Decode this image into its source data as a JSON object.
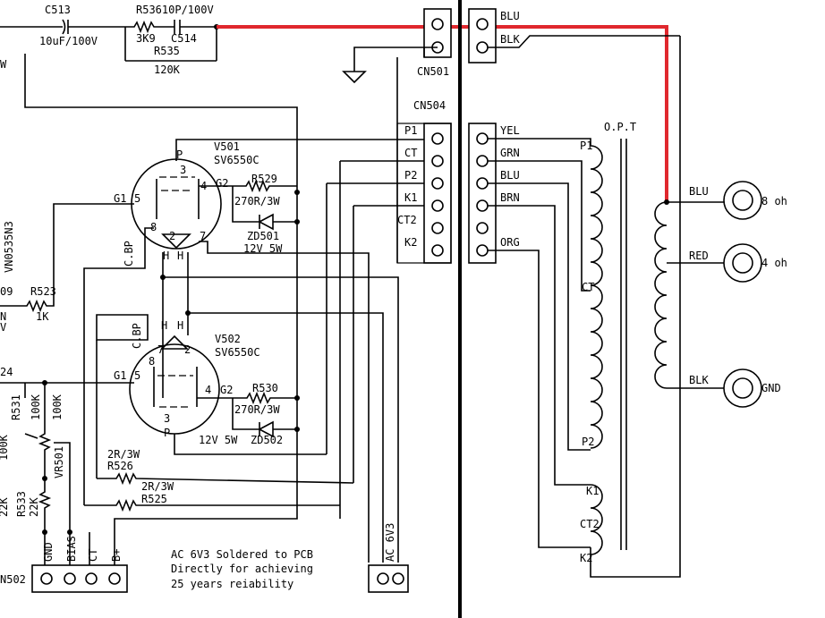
{
  "colors": {
    "wire": "#000000",
    "highlight": "#e0282e",
    "background": "#ffffff"
  },
  "top": {
    "c513": "C513",
    "c513_val": "10uF/100V",
    "r536_c514": "R53610P/100V",
    "r3k9": "3K9",
    "c514": "C514",
    "r535": "R535",
    "r535_val": "120K"
  },
  "cn501": {
    "label": "CN501",
    "pins": [
      "BLU",
      "BLK"
    ]
  },
  "cn504": {
    "label": "CN504",
    "pins": [
      "P1",
      "CT",
      "P2",
      "K1",
      "CT2",
      "K2"
    ]
  },
  "transformer_conn": {
    "pins": [
      "YEL",
      "GRN",
      "BLU",
      "BRN",
      "",
      "ORG"
    ]
  },
  "opt": {
    "label": "O.P.T",
    "p1": "P1",
    "ct": "CT",
    "p2": "P2",
    "k1": "K1",
    "ct2": "CT2",
    "k2": "K2"
  },
  "outputs": [
    {
      "wire": "BLU",
      "label": "8 oh"
    },
    {
      "wire": "RED",
      "label": "4 oh"
    },
    {
      "wire": "BLK",
      "label": "GND"
    }
  ],
  "v501": {
    "name": "V501",
    "type": "SV6550C",
    "p": "P",
    "pin3": "3",
    "pin4": "4",
    "g2": "G2",
    "g1": "G1",
    "pin5": "5",
    "pin8": "8",
    "pin2": "2",
    "pin7": "7",
    "h1": "H",
    "h2": "H",
    "cbp": "C.BP",
    "r": "R529",
    "r_val": "270R/3W",
    "zd": "ZD501",
    "zd_val": "12V 5W"
  },
  "v502": {
    "name": "V502",
    "type": "SV6550C",
    "p": "P",
    "pin3": "3",
    "pin4": "4",
    "g2": "G2",
    "g1": "G1",
    "pin5": "5",
    "pin8": "8",
    "pin2": "2",
    "pin7": "7",
    "h1": "H",
    "h2": "H",
    "cbp": "C.BP",
    "r": "R530",
    "r_val": "270R/3W",
    "zd": "ZD502",
    "zd_val": "12V 5W"
  },
  "left": {
    "w": "W",
    "vn": "VN0535N3",
    "n09": "09",
    "n": "N",
    "v": "V",
    "r523": "R523",
    "r523_val": "1K",
    "n24": "24",
    "r531": "R531",
    "r531_val": "100K",
    "vr501": "VR501",
    "vr501_val": "100K",
    "k100": "100K",
    "r533": "R533",
    "r533_val": "22K",
    "k22": "22K"
  },
  "r526": {
    "val": "2R/3W",
    "name": "R526"
  },
  "r525": {
    "val": "2R/3W",
    "name": "R525"
  },
  "cn502": {
    "label": "N502",
    "pins": [
      "GND",
      "BIAS",
      "CT",
      "B+"
    ]
  },
  "note": [
    "AC 6V3 Soldered to PCB",
    "Directly for achieving",
    "25 years reiability"
  ],
  "ac": {
    "label": "AC 6V3"
  }
}
